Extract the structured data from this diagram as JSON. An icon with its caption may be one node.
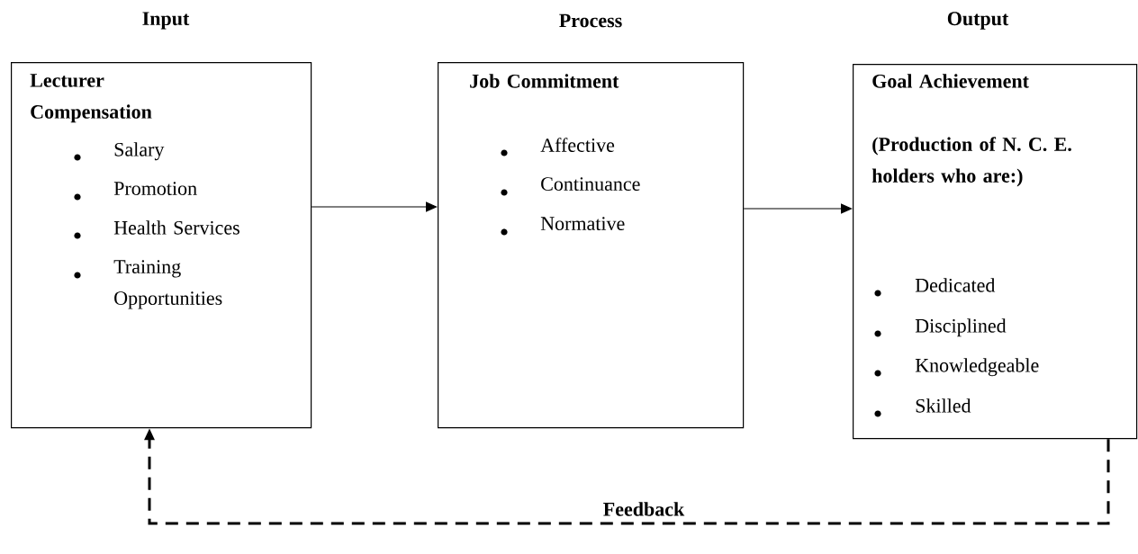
{
  "diagram": {
    "nodes": [
      {
        "text": [
          "Lecturer Compensation",
          "Salary",
          "Promotion",
          "Health Services",
          "Training Opportunities"
        ],
        "beside": [
          "Input"
        ]
      },
      {
        "text": [
          "Job Commitment",
          "Affective",
          "Continuance",
          "Normative"
        ],
        "beside": [
          "Process"
        ]
      },
      {
        "text": [
          "Goal Achievement",
          "(Production of N. C. E. holders who are:)",
          "Dedicated",
          "Disciplined",
          "Knowledgeable",
          "Skilled"
        ],
        "beside": [
          "Output"
        ]
      }
    ],
    "edges": [
      {
        "from": 0,
        "to": 1,
        "arrow": "to"
      },
      {
        "from": 1,
        "to": 2,
        "arrow": "to"
      },
      {
        "from": 2,
        "to": 0,
        "arrow": "to",
        "style": "dashed",
        "label": "Feedback"
      }
    ]
  }
}
